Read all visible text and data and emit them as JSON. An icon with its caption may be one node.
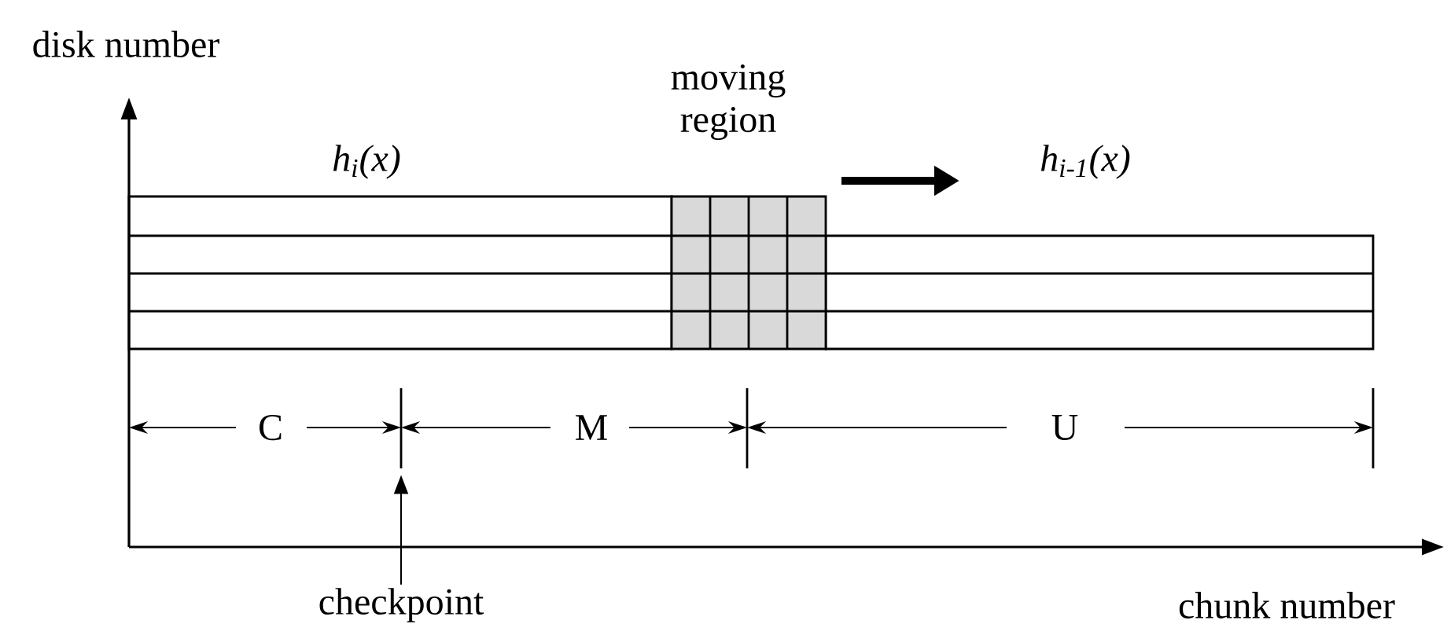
{
  "diagram": {
    "nodes": [
      {
        "text": [
          "checkpoint"
        ]
      },
      {
        "text": [],
        "shape": "bar"
      }
    ],
    "edges": [
      {
        "from": 0,
        "to": 1,
        "arrow": "to"
      }
    ],
    "labels": [
      "disk number",
      "h$_{i}$(x)",
      "moving region",
      "h$_{i-1}$(x)",
      "C",
      "M",
      "U",
      "chunk number"
    ]
  }
}
